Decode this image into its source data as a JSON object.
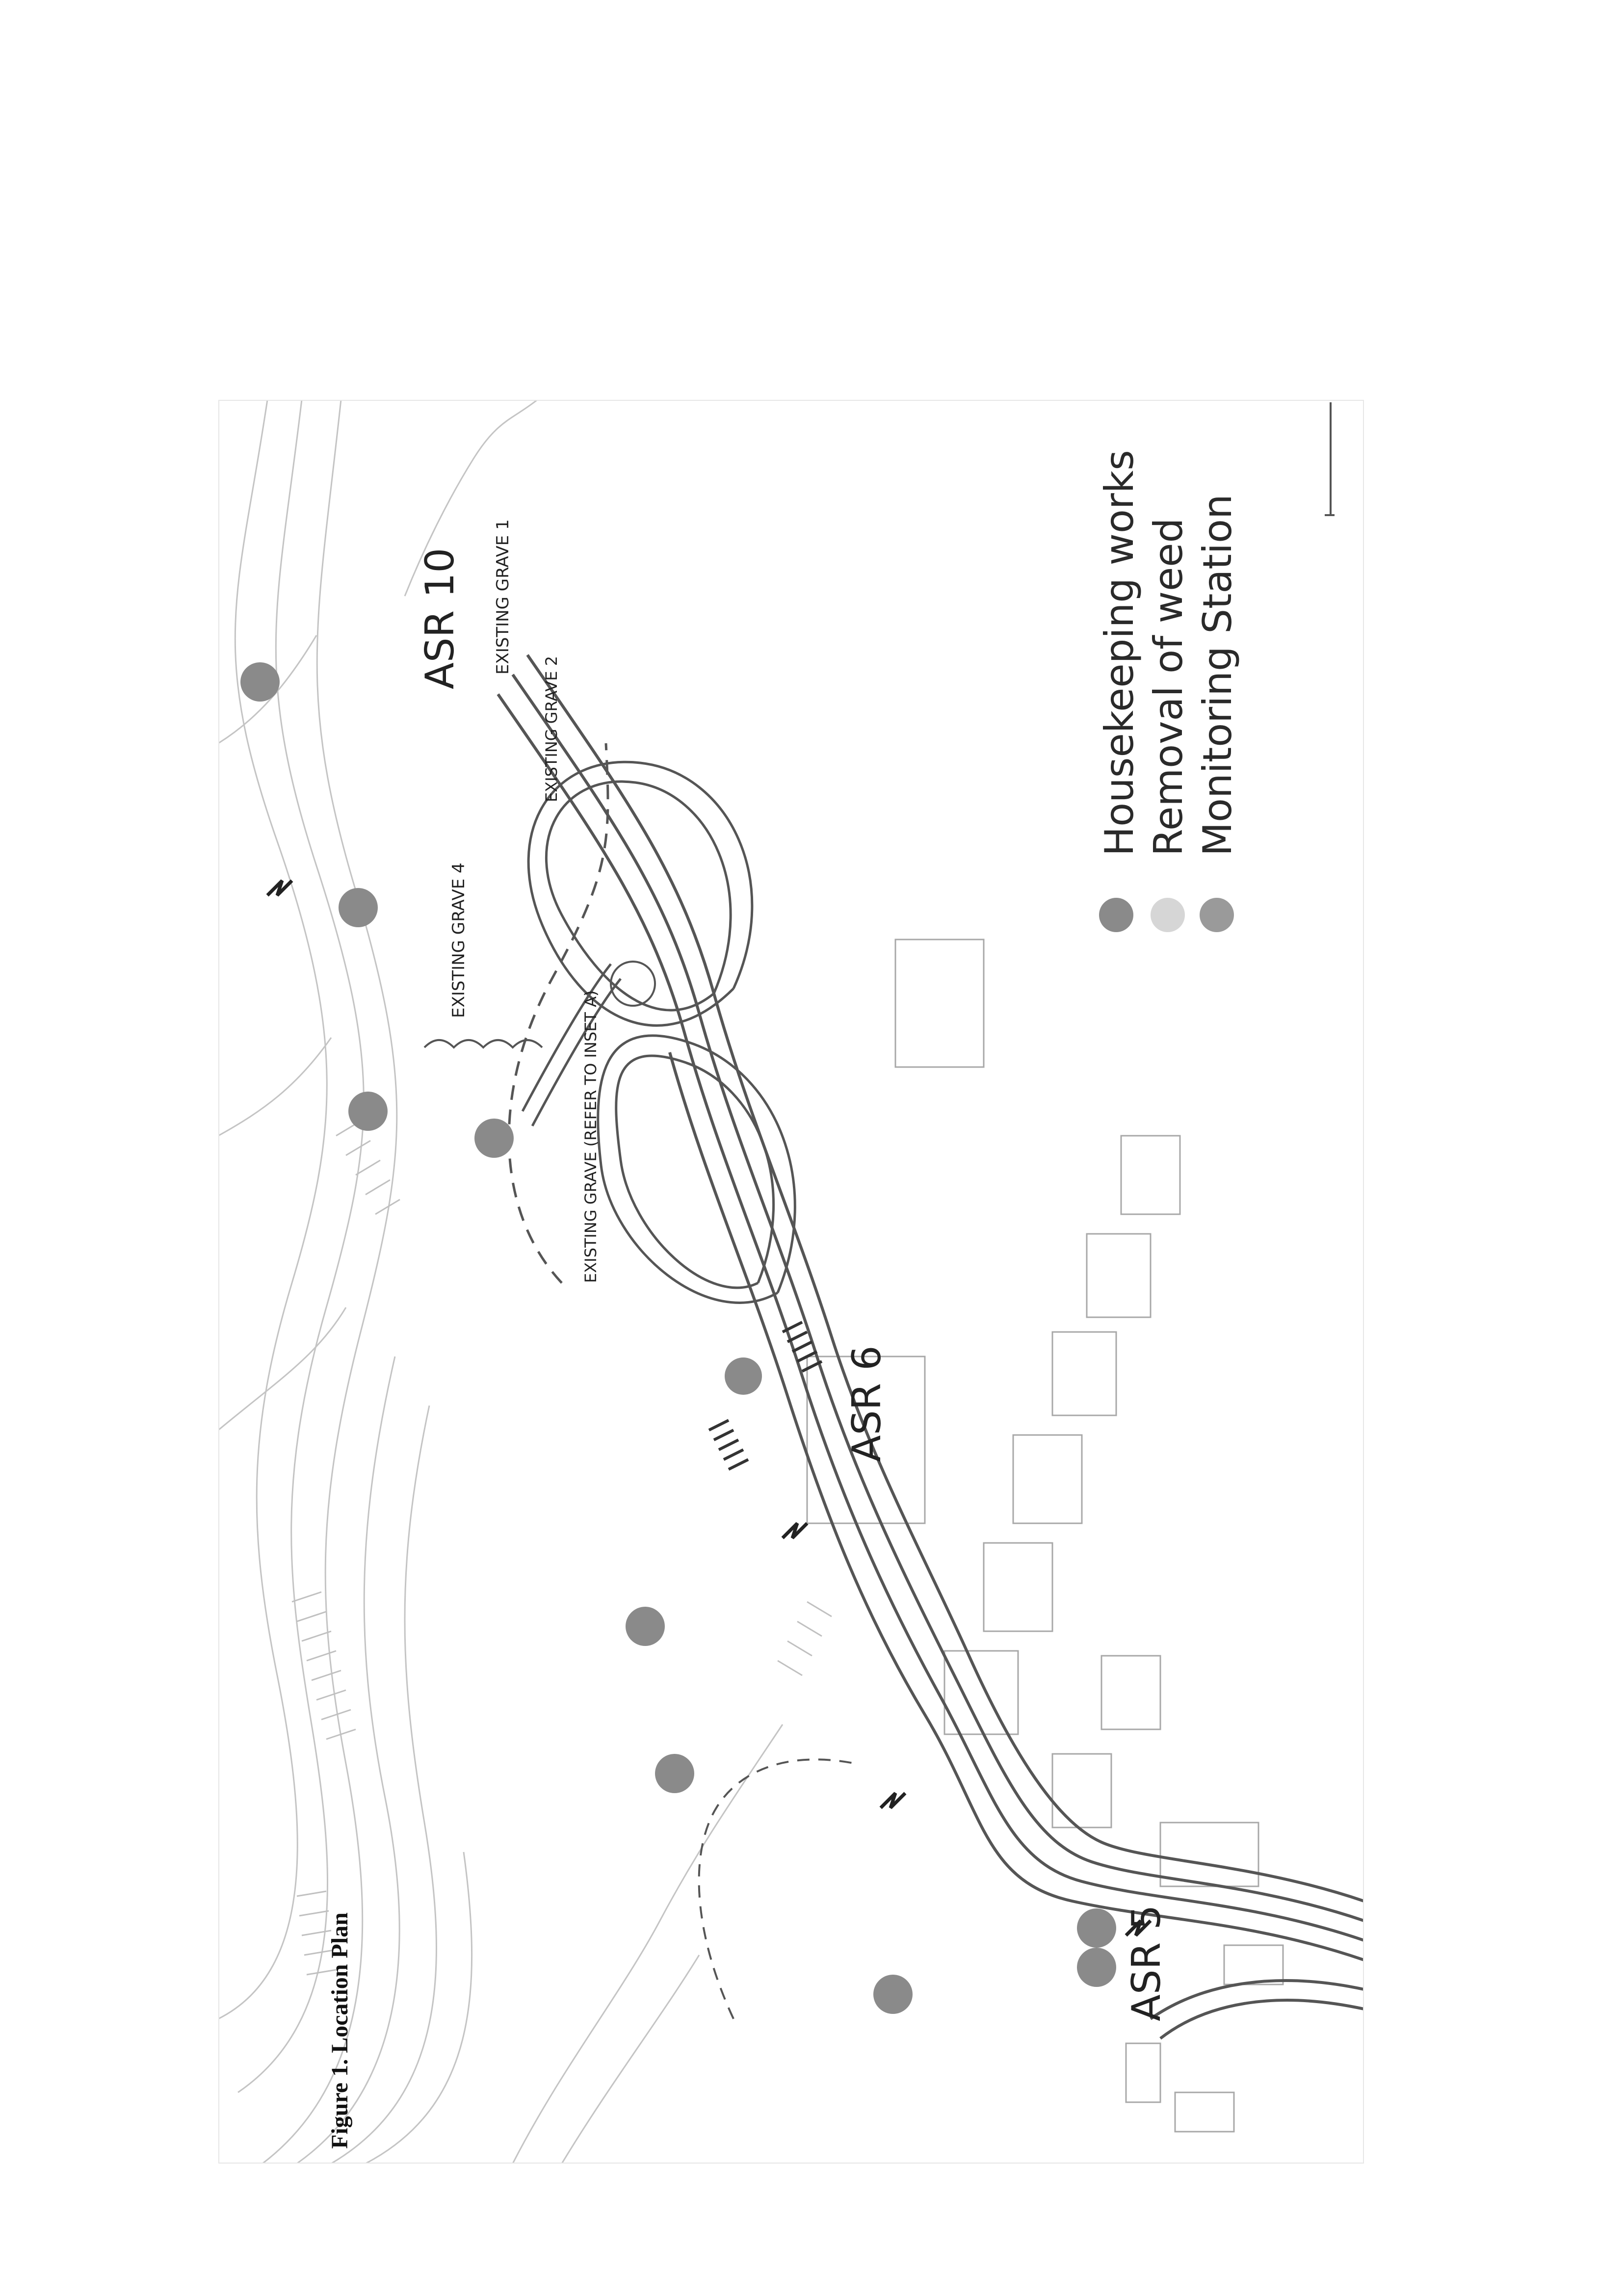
{
  "labels": {
    "asr10": "ASR 10",
    "asr6": "ASR 6",
    "asr5": "ASR 5",
    "existing_grave_1": "EXISTING GRAVE 1",
    "existing_grave_2": "EXISTING GRAVE 2",
    "existing_grave_4": "EXISTING GRAVE 4",
    "existing_grave_x": "EXISTING GRAVE (REFER TO INSET A)"
  },
  "legend": {
    "items": [
      {
        "label": "Housekeeping works",
        "color": "#8a8a8a"
      },
      {
        "label": "Removal of weed",
        "color": "#d6d6d6"
      },
      {
        "label": "Monitoring Station",
        "color": "#9a9a9a"
      }
    ]
  },
  "caption": "Figure 1. Location Plan",
  "colors": {
    "linework": "#555555",
    "light_linework": "#b8b8b8",
    "marker": "#8a8a8a"
  }
}
